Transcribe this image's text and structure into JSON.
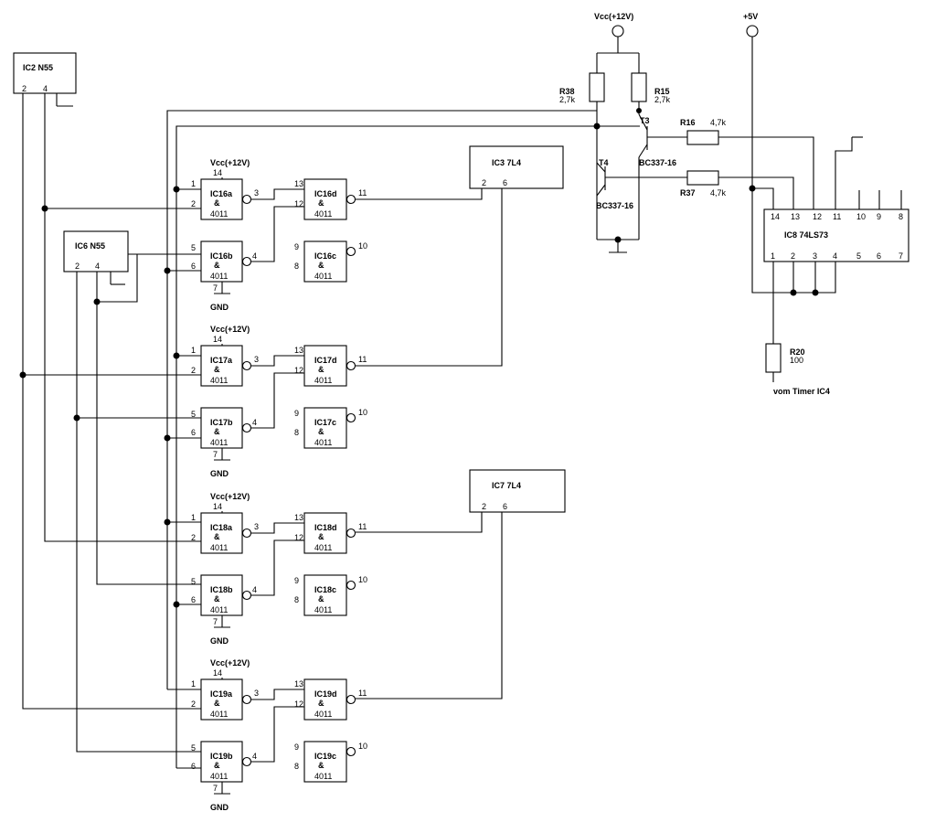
{
  "ic2": {
    "label": "IC2  N55",
    "p2": "2",
    "p4": "4"
  },
  "ic6": {
    "label": "IC6  N55",
    "p2": "2",
    "p4": "4"
  },
  "ic3": {
    "label": "IC3  7L4",
    "p2": "2",
    "p6": "6"
  },
  "ic7": {
    "label": "IC7  7L4",
    "p2": "2",
    "p6": "6"
  },
  "ic8": {
    "label": "IC8  74LS73",
    "top_pins": [
      "14",
      "13",
      "12",
      "11",
      "10",
      "9",
      "8"
    ],
    "bottom_pins": [
      "1",
      "2",
      "3",
      "4",
      "5",
      "6",
      "7"
    ]
  },
  "vcc_label": "Vcc(+12V)",
  "plus5_label": "+5V",
  "gnd_label": "GND",
  "gate_and": "&",
  "gate_part": "4011",
  "groups": [
    {
      "a": "IC16a",
      "b": "IC16b",
      "c": "IC16c",
      "d": "IC16d"
    },
    {
      "a": "IC17a",
      "b": "IC17b",
      "c": "IC17c",
      "d": "IC17d"
    },
    {
      "a": "IC18a",
      "b": "IC18b",
      "c": "IC18c",
      "d": "IC18d"
    },
    {
      "a": "IC19a",
      "b": "IC19b",
      "c": "IC19c",
      "d": "IC19d"
    }
  ],
  "pins": {
    "p1": "1",
    "p2": "2",
    "p3": "3",
    "p4": "4",
    "p5": "5",
    "p6": "6",
    "p7": "7",
    "p8": "8",
    "p9": "9",
    "p10": "10",
    "p11": "11",
    "p12": "12",
    "p13": "13",
    "p14": "14"
  },
  "r38": {
    "name": "R38",
    "value": "2,7k"
  },
  "r15": {
    "name": "R15",
    "value": "2,7k"
  },
  "r16": {
    "name": "R16",
    "value": "4,7k"
  },
  "r37": {
    "name": "R37",
    "value": "4,7k"
  },
  "r20": {
    "name": "R20",
    "value": "100"
  },
  "t3": "T3",
  "t4": "T4",
  "t3_type": "BC337-16",
  "t4_type": "BC337-16",
  "timer_note": "vom Timer IC4"
}
